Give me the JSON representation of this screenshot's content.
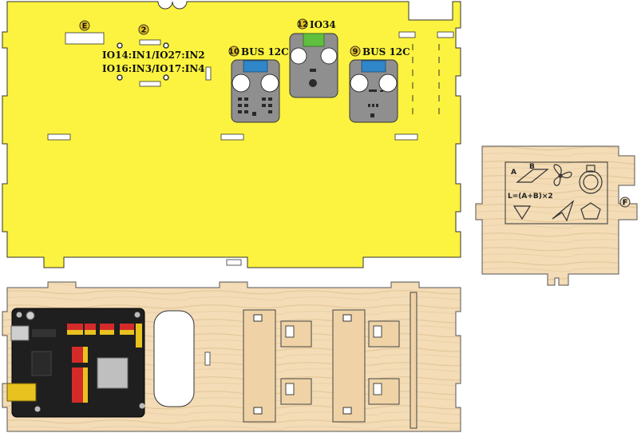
{
  "colors": {
    "yellow_panel": "#fbf33f",
    "wood": "#f3dcb6",
    "wood_grain": "#e2c596",
    "module_gray": "#8f8f8f",
    "sensor_blue": "#2f86c8",
    "sensor_green": "#5fbf3f",
    "board_black": "#1f1f1f",
    "connector_yellow": "#e8c21f",
    "pin_red": "#d52a2a"
  },
  "yellow_panel": {
    "marker_e": "E",
    "marker_2": "2",
    "pin_line_1": "IO14:IN1/IO27:IN2",
    "pin_line_2": "IO16:IN3/IO17:IN4",
    "module_10": {
      "number": "10",
      "label": "BUS 12C"
    },
    "module_12": {
      "number": "12",
      "label": "IO34"
    },
    "module_9": {
      "number": "9",
      "label": "BUS 12C"
    }
  },
  "small_panel": {
    "marker_f": "F",
    "engrave_a": "A",
    "engrave_b": "B",
    "formula": "L=(A+B)×2"
  }
}
